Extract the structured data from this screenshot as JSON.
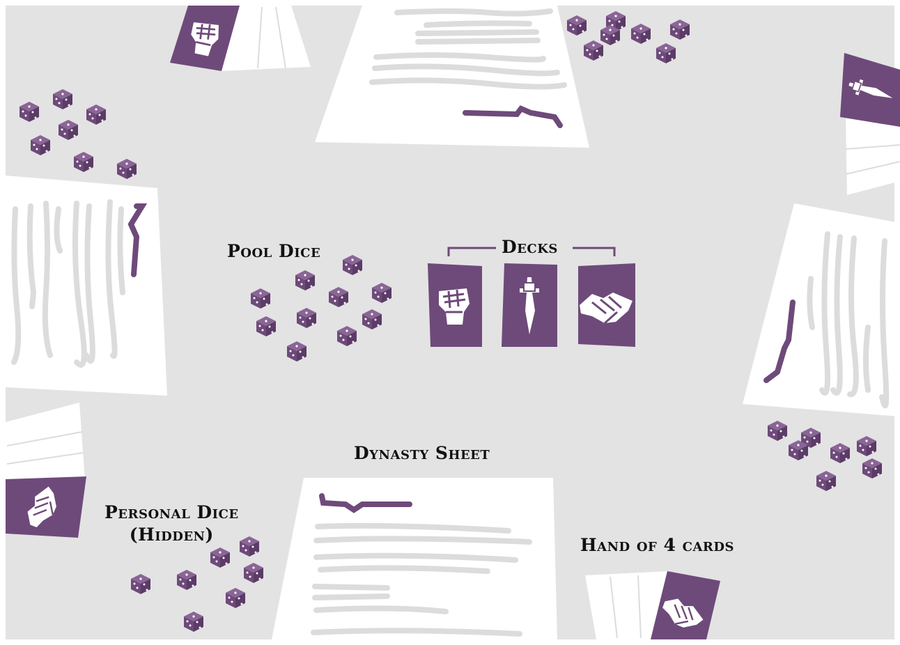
{
  "labels": {
    "pool_dice": "Pool Dice",
    "decks": "Decks",
    "dynasty_sheet": "Dynasty Sheet",
    "personal_dice_line1": "Personal Dice",
    "personal_dice_line2": "(Hidden)",
    "hand": "Hand of 4 cards"
  },
  "deck_icons": [
    "fist-icon",
    "dagger-icon",
    "handshake-icon"
  ],
  "colors": {
    "table": "#e3e3e3",
    "paper": "#ffffff",
    "accent_purple": "#6e4a7a",
    "scribble": "#dcdcdc"
  }
}
